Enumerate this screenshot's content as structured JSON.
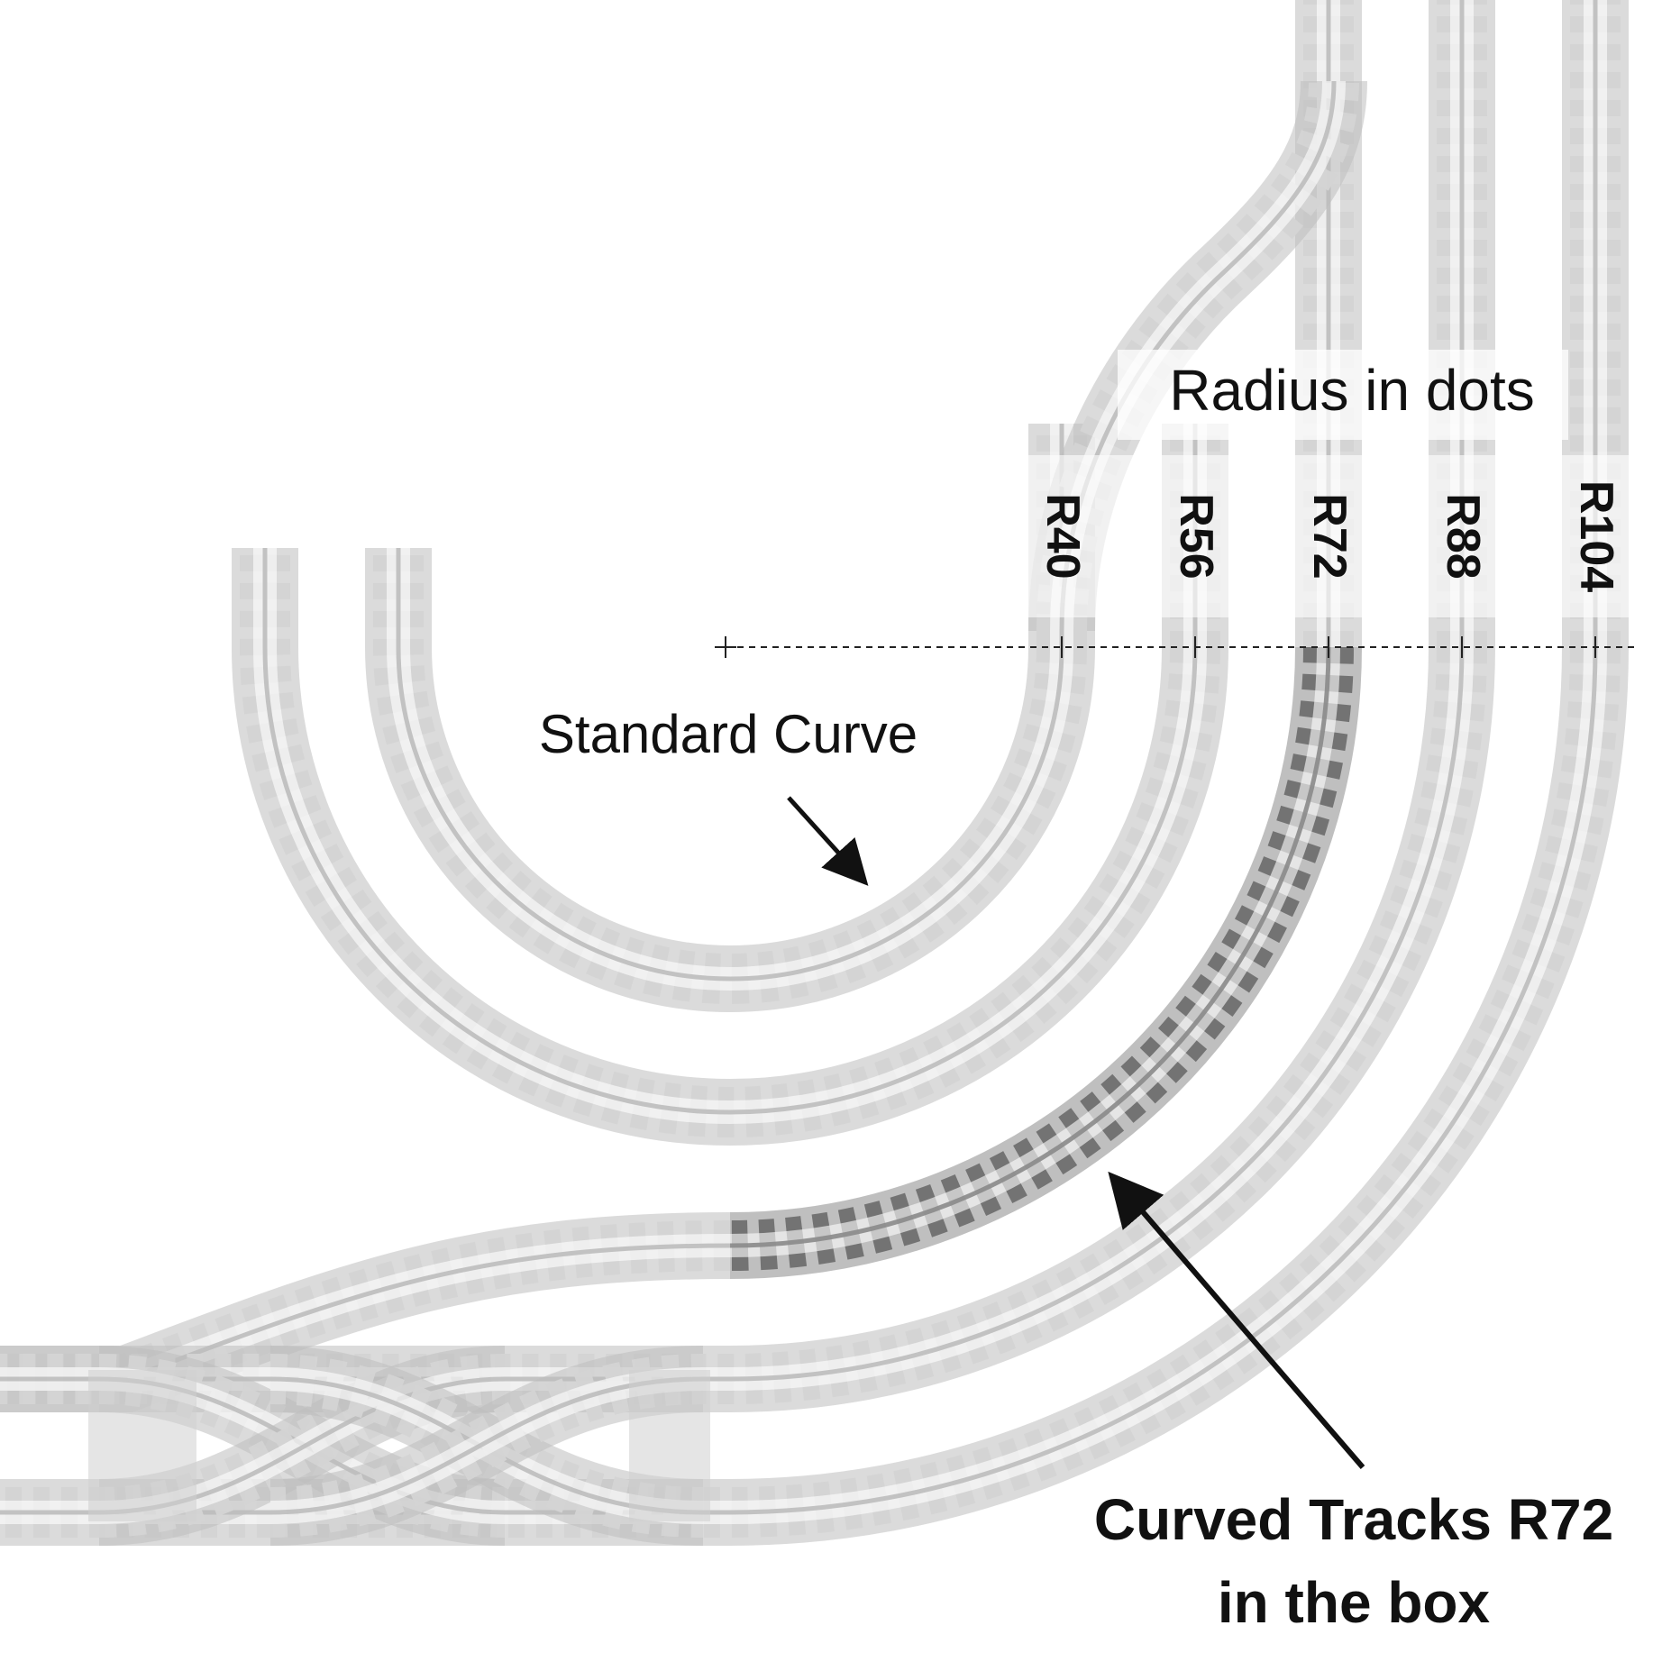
{
  "diagram": {
    "header": "Radius in dots",
    "radius_labels": [
      "R40",
      "R56",
      "R72",
      "R88",
      "R104"
    ],
    "standard_curve_label": "Standard Curve",
    "highlight_label_line1": "Curved Tracks R72",
    "highlight_label_line2": "in the box",
    "colors": {
      "track": "#bdbdbd",
      "track_highlight": "#8a8a8a",
      "sleeper": "#d4d4d4",
      "sleeper_highlight": "#6f6f6f",
      "text": "#111111",
      "baseline": "#222222"
    },
    "icons": [
      "arrow-icon",
      "arrow-icon"
    ]
  }
}
